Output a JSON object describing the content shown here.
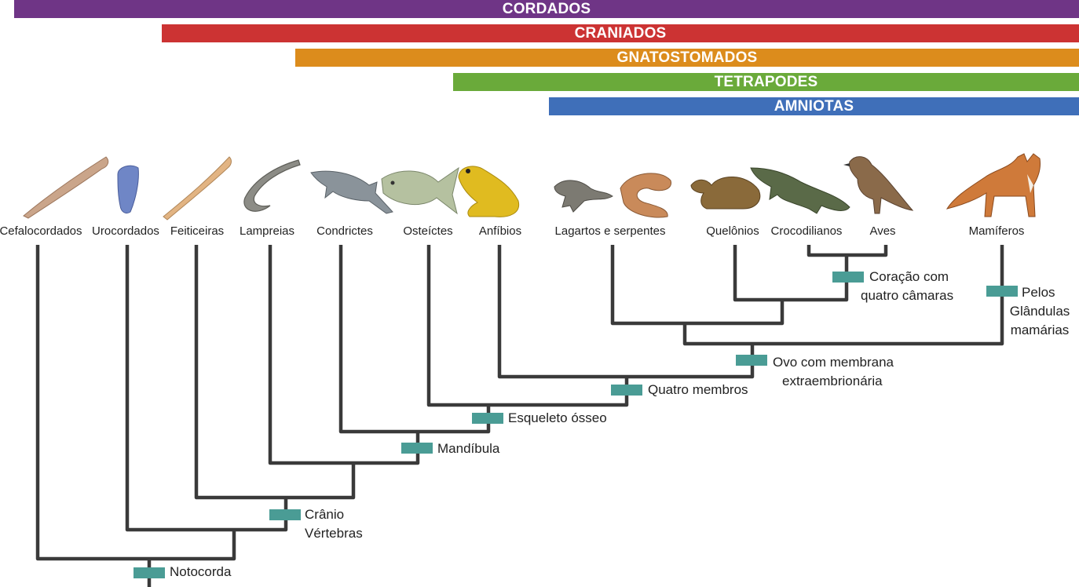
{
  "colors": {
    "cordados": "#6f3586",
    "craniados": "#cc3333",
    "gnatostomados": "#dc8c1c",
    "tetrapodes": "#6aaa3a",
    "amniotas": "#3f6fb9",
    "tree_line": "#3a3a3a",
    "marker": "#4a9c95"
  },
  "groups": [
    {
      "key": "cordados",
      "label": "CORDADOS"
    },
    {
      "key": "craniados",
      "label": "CRANIADOS"
    },
    {
      "key": "gnatostomados",
      "label": "GNATOSTOMADOS"
    },
    {
      "key": "tetrapodes",
      "label": "TETRAPODES"
    },
    {
      "key": "amniotas",
      "label": "AMNIOTAS"
    }
  ],
  "taxa": [
    {
      "label": "Cefalocordados",
      "icon": "lancelet-icon"
    },
    {
      "label": "Urocordados",
      "icon": "tunicate-icon"
    },
    {
      "label": "Feiticeiras",
      "icon": "hagfish-icon"
    },
    {
      "label": "Lampreias",
      "icon": "lamprey-icon"
    },
    {
      "label": "Condrictes",
      "icon": "shark-icon"
    },
    {
      "label": "Osteíctes",
      "icon": "bony-fish-icon"
    },
    {
      "label": "Anfíbios",
      "icon": "frog-icon"
    },
    {
      "label": "Lagartos e serpentes",
      "icon": "lizard-snake-icon"
    },
    {
      "label": "Quelônios",
      "icon": "turtle-icon"
    },
    {
      "label": "Crocodilianos",
      "icon": "crocodile-icon"
    },
    {
      "label": "Aves",
      "icon": "bird-icon"
    },
    {
      "label": "Mamíferos",
      "icon": "fox-icon"
    }
  ],
  "traits": {
    "notocorda": {
      "lines": [
        "Notocorda"
      ]
    },
    "cranio": {
      "lines": [
        "Crânio",
        "Vértebras"
      ]
    },
    "mandibula": {
      "lines": [
        "Mandíbula"
      ]
    },
    "esqueleto": {
      "lines": [
        "Esqueleto ósseo"
      ]
    },
    "membros": {
      "lines": [
        "Quatro membros"
      ]
    },
    "ovo": {
      "lines": [
        "Ovo com membrana",
        "extraembrionária"
      ]
    },
    "coracao": {
      "lines": [
        "Coração com",
        "quatro câmaras"
      ]
    },
    "pelos": {
      "lines": [
        "Pelos",
        "Glândulas",
        "mamárias"
      ]
    }
  }
}
